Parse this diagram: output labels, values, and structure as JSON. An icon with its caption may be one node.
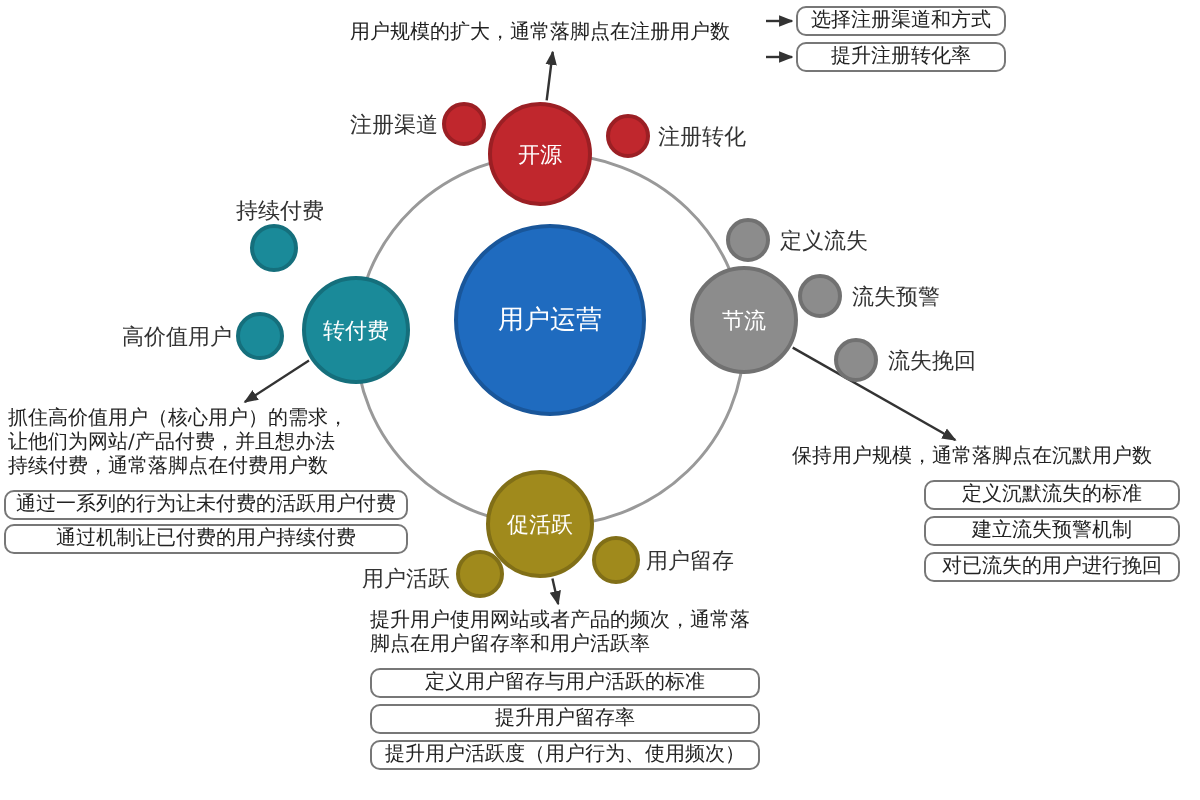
{
  "diagram": {
    "nodes": [
      {
        "text": [
          "用户规模的扩大，通常落脚点在注册用户数"
        ]
      },
      {
        "text": [
          "选择注册渠道和方式"
        ]
      },
      {
        "text": [
          "提升注册转化率"
        ]
      },
      {
        "text": [],
        "shape": "circle",
        "beside": [
          "注册渠道"
        ]
      },
      {
        "text": [
          "开源"
        ]
      },
      {
        "text": [],
        "shape": "circle",
        "beside": [
          "注册转化"
        ]
      },
      {
        "text": [],
        "shape": "circle",
        "beside": [
          "持续付费"
        ]
      },
      {
        "text": [
          "转付费"
        ]
      },
      {
        "text": [],
        "shape": "circle",
        "beside": [
          "高价值用户"
        ]
      },
      {
        "text": [
          "用户运营"
        ]
      },
      {
        "text": [
          "节流"
        ]
      },
      {
        "text": [],
        "shape": "circle",
        "beside": [
          "定义流失"
        ]
      },
      {
        "text": [],
        "shape": "circle",
        "beside": [
          "流失预警"
        ]
      },
      {
        "text": [],
        "shape": "circle",
        "beside": [
          "流失挽回"
        ]
      },
      {
        "text": [
          "保持用户规模，通常落脚点在沉默用户数"
        ]
      },
      {
        "text": [
          "定义沉默流失的标准"
        ]
      },
      {
        "text": [
          "建立流失预警机制"
        ]
      },
      {
        "text": [
          "对已流失的用户进行挽回"
        ]
      },
      {
        "text": [
          "抓住高价值用户（核心用户）的需求，让他们为网站/产品付费，并且想办法持续付费，通常落脚点在付费用户数"
        ]
      },
      {
        "text": [
          "通过一系列的行为让未付费的活跃用户付费"
        ]
      },
      {
        "text": [
          "通过机制让已付费的用户持续付费"
        ]
      },
      {
        "text": [
          "促活跃"
        ]
      },
      {
        "text": [],
        "shape": "circle",
        "beside": [
          "用户活跃"
        ]
      },
      {
        "text": [],
        "shape": "circle",
        "beside": [
          "用户留存"
        ]
      },
      {
        "text": [
          "提升用户使用网站或者产品的频次，通常落脚点在用户留存率和用户活跃率"
        ]
      },
      {
        "text": [
          "定义用户留存与用户活跃的标准"
        ]
      },
      {
        "text": [
          "提升用户留存率"
        ]
      },
      {
        "text": [
          "提升用户活跃度（用户行为、使用频次）"
        ]
      }
    ],
    "edges": [
      {
        "from": 4,
        "to": 0,
        "arrow": "to"
      },
      {
        "from": 0,
        "to": 1,
        "arrow": "to"
      },
      {
        "from": 0,
        "to": 2,
        "arrow": "to"
      },
      {
        "from": 10,
        "to": 14,
        "arrow": "to"
      },
      {
        "from": 7,
        "to": 18,
        "arrow": "to"
      },
      {
        "from": 21,
        "to": 24,
        "arrow": "to"
      }
    ]
  }
}
